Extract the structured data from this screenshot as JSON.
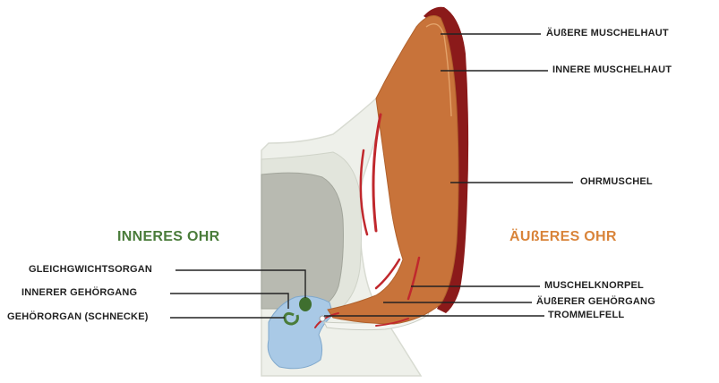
{
  "sections": {
    "inner_ear": "INNERES OHR",
    "outer_ear": "ÄUßERES OHR"
  },
  "labels": {
    "outer_skin": "ÄUßERE MUSCHELHAUT",
    "inner_skin": "INNERE MUSCHELHAUT",
    "pinna": "OHRMUSCHEL",
    "cartilage": "MUSCHELKNORPEL",
    "outer_canal": "ÄUßERER GEHÖRGANG",
    "eardrum": "TROMMELFELL",
    "balance_organ": "GLEICHGWICHTSORGAN",
    "inner_canal": "INNERER GEHÖRGANG",
    "cochlea": "GEHÖRORGAN (SCHNECKE)"
  },
  "colors": {
    "pinna_fill": "#c8733a",
    "outer_skin": "#8b1a1a",
    "cartilage_red": "#c0282d",
    "bone": "#b7b9b0",
    "tissue": "#e9ece4",
    "tympanic_cavity": "#a9c9e6",
    "inner_green": "#4a7c3a",
    "outer_orange": "#d9843a"
  }
}
